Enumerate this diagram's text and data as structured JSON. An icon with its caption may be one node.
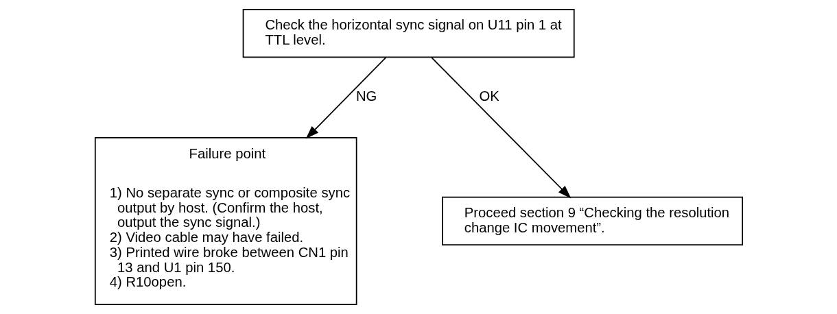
{
  "diagram": {
    "nodes": [
      {
        "text": [
          "Check the horizontal sync signal on U11 pin 1 at TTL level."
        ]
      },
      {
        "text": [
          "Failure point",
          "1) No separate sync or composite sync output by host. (Confirm the host, output the sync signal.)",
          "2) Video cable may have failed.",
          "3) Printed wire broke between CN1 pin 13 and U1 pin 150.",
          "4) R10open."
        ]
      },
      {
        "text": [
          "Proceed section 9 “Checking the resolution change IC movement”."
        ]
      }
    ],
    "edges": [
      {
        "from": 0,
        "to": 1,
        "arrow": "to",
        "label": "NG"
      },
      {
        "from": 0,
        "to": 2,
        "arrow": "to",
        "label": "OK"
      }
    ]
  }
}
